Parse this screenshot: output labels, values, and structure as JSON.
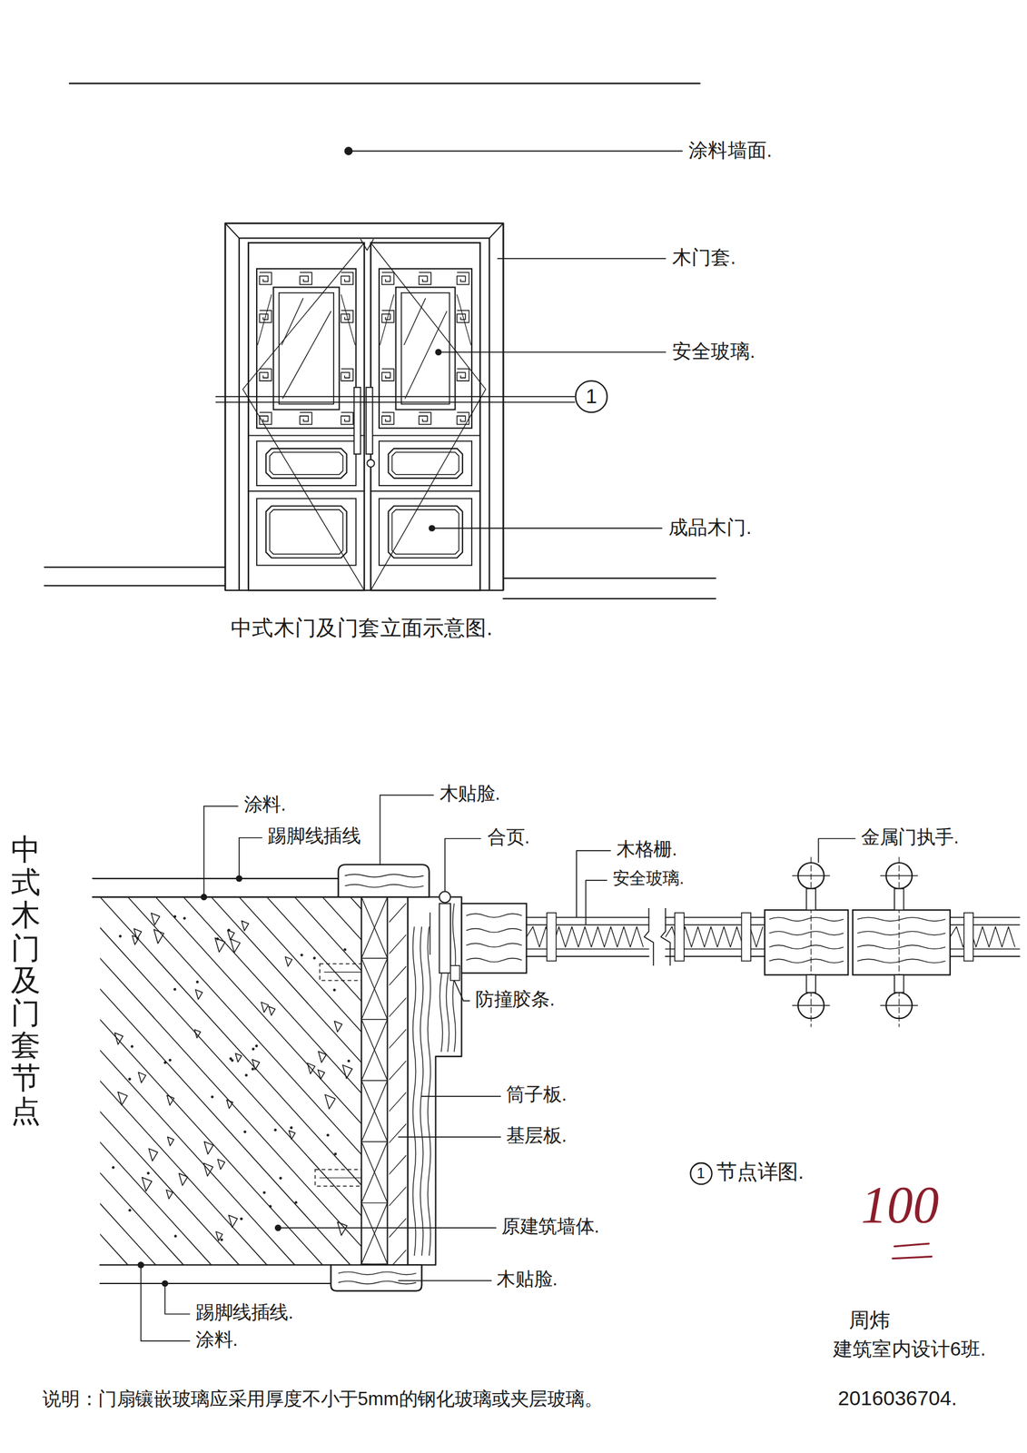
{
  "diagram": {
    "nodes": [
      {
        "text": [
          "1"
        ]
      },
      {
        "text": [
          "1"
        ]
      }
    ],
    "labels": [
      "涂料墙面.",
      "木门套.",
      "安全玻璃.",
      "成品木门.",
      "中式木门及门套立面示意图.",
      "中式木门及门套节点",
      "涂料.",
      "踢脚线插线",
      "木贴脸.",
      "合页.",
      "木格栅.",
      "安全玻璃.",
      "金属门执手.",
      "防撞胶条.",
      "筒子板.",
      "基层板.",
      "原建筑墙体.",
      "木贴脸.",
      "踢脚线插线.",
      "涂料.",
      "节点详图.",
      "100",
      "周炜",
      "建筑室内设计6班.",
      "2016036704.",
      "说明：门扇镶嵌玻璃应采用厚度不小于5mm的钢化玻璃或夹层玻璃。"
    ]
  }
}
